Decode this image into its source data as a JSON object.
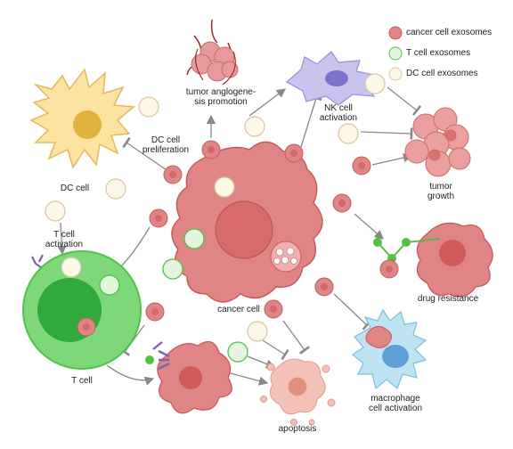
{
  "labels": {
    "angiogenesis": "tumor anglogene-\nsis promotion",
    "dc_proliferation": "DC cell\npreliferation",
    "dc_cell": "DC cell",
    "nk_activation": "NK cell\nactivation",
    "tumor_growth": "tumor\ngrowth",
    "t_activation": "T cell\nactivation",
    "cancer_cell": "cancer cell",
    "t_cell": "T cell",
    "drug_resistance": "drug resistance",
    "macrophage_activation": "macrophage\ncell activation",
    "apoptosis": "apoptosis"
  },
  "legend": [
    {
      "label": "cancer cell exosomes",
      "icon": "cancer-exosome-icon"
    },
    {
      "label": "T cell exosomes",
      "icon": "t-exosome-icon"
    },
    {
      "label": "DC cell exosomes",
      "icon": "dc-exosome-icon"
    }
  ],
  "colors": {
    "cancer": "#e08585",
    "cancer_dark": "#c85a5a",
    "t_cell": "#7ed87a",
    "t_cell_dark": "#2faa3b",
    "dc_cell": "#fde3a0",
    "dc_nucleus": "#e0b23c",
    "nk_cell": "#c9c4ee",
    "macrophage": "#bfe3f2",
    "arrow": "#888888"
  }
}
